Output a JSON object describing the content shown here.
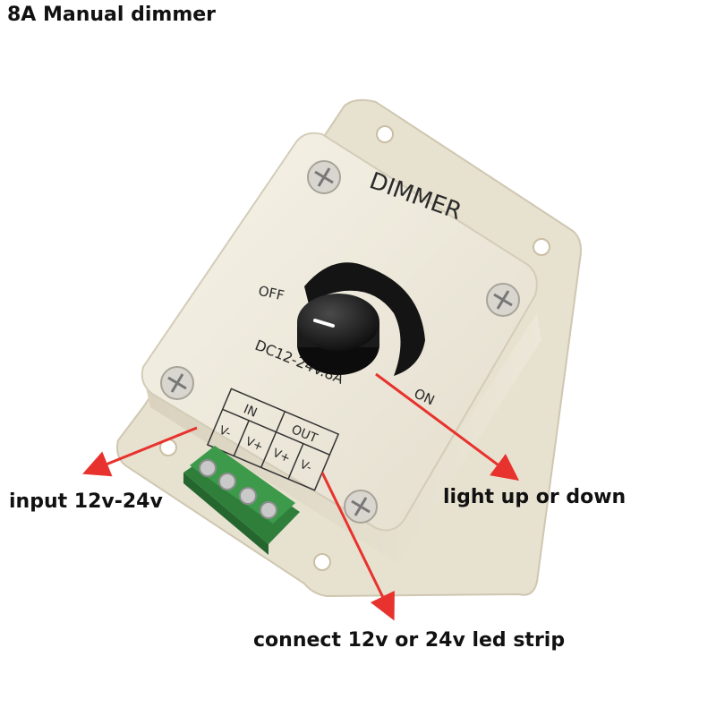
{
  "title": "8A Manual dimmer",
  "device": {
    "brand_label": "DIMMER",
    "off_label": "OFF",
    "on_label": "ON",
    "rating_label": "DC12-24V.8A",
    "in_label": "IN",
    "out_label": "OUT",
    "terminals": [
      "V-",
      "V+",
      "V+",
      "V-"
    ]
  },
  "callouts": {
    "input": "input 12v-24v",
    "light": "light up or down",
    "connect": "connect 12v or 24v led strip"
  },
  "colors": {
    "arrow": "#e8322d",
    "housing": "#f1ede0",
    "terminal_block": "#3c9a4a",
    "knob": "#1a1a1a"
  }
}
